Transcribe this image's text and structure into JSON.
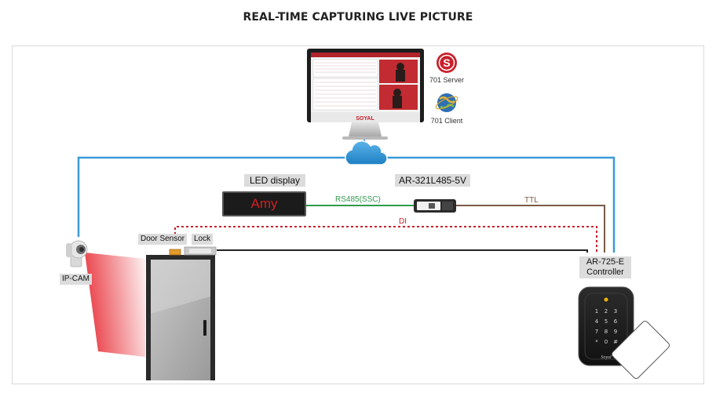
{
  "title": "REAL-TIME CAPTURING LIVE PICTURE",
  "monitor": {
    "brand": "SOYAL"
  },
  "apps": {
    "server": {
      "label": "701 Server",
      "glyph": "S"
    },
    "client": {
      "label": "701 Client"
    }
  },
  "devices": {
    "led_display": {
      "label": "LED display",
      "text": "Amy"
    },
    "converter": {
      "label": "AR-321L485-5V"
    },
    "ip_cam": {
      "label": "IP-CAM"
    },
    "door_sensor": {
      "label": "Door Sensor"
    },
    "lock": {
      "label": "Lock"
    },
    "controller": {
      "label_line1": "AR-725-E",
      "label_line2": "Controller"
    },
    "reader_brand": "Soyal"
  },
  "wires": {
    "rs485": {
      "label": "RS485(SSC)",
      "color": "#2e9b4b"
    },
    "ttl": {
      "label": "TTL",
      "color": "#7a5a45"
    },
    "di": {
      "label": "DI",
      "color": "#c8202a"
    },
    "network": {
      "color": "#3a9ad8"
    },
    "lock_line": {
      "color": "#222222"
    }
  },
  "keypad": [
    "1",
    "2",
    "3",
    "4",
    "5",
    "6",
    "7",
    "8",
    "9",
    "*",
    "0",
    "#"
  ],
  "colors": {
    "accent_red": "#c8202a",
    "cloud_blue": "#3a9ad8"
  }
}
